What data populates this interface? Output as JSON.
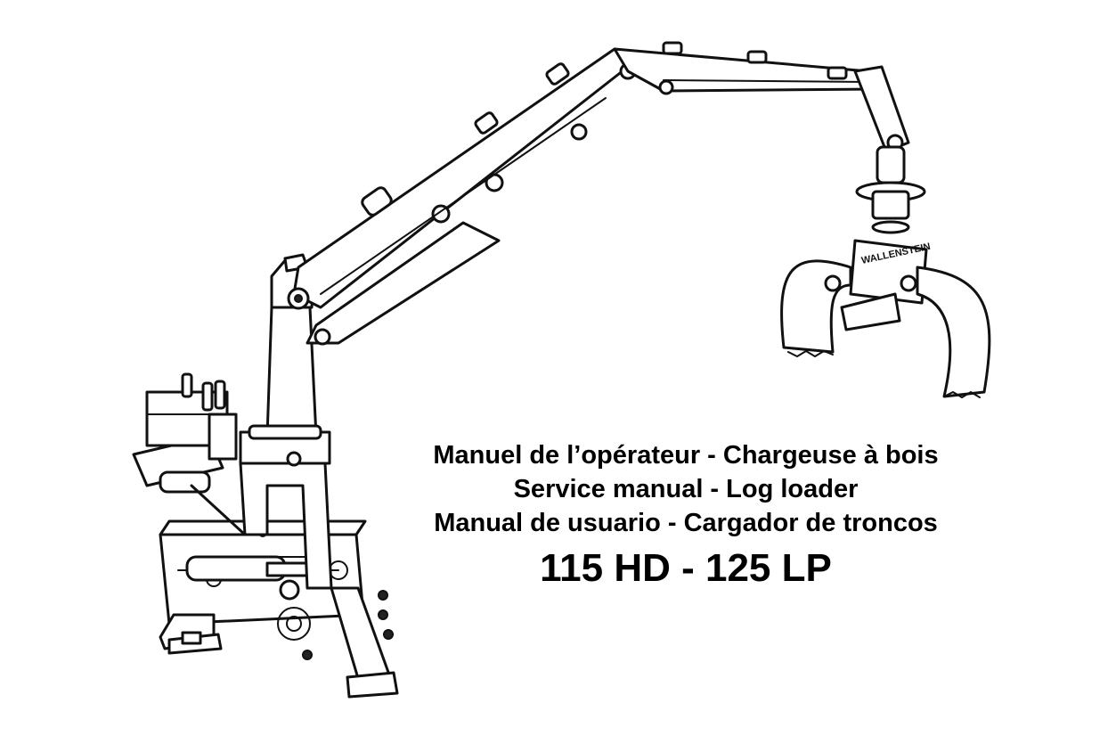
{
  "titles": {
    "fr": "Manuel de l’opérateur - Chargeuse à bois",
    "en": "Service manual - Log loader",
    "es": "Manual de usuario - Cargador de troncos"
  },
  "model": "115 HD - 125 LP",
  "illustration": {
    "subject": "log loader crane line drawing",
    "grapple_decal": "WALLENSTEIN"
  }
}
